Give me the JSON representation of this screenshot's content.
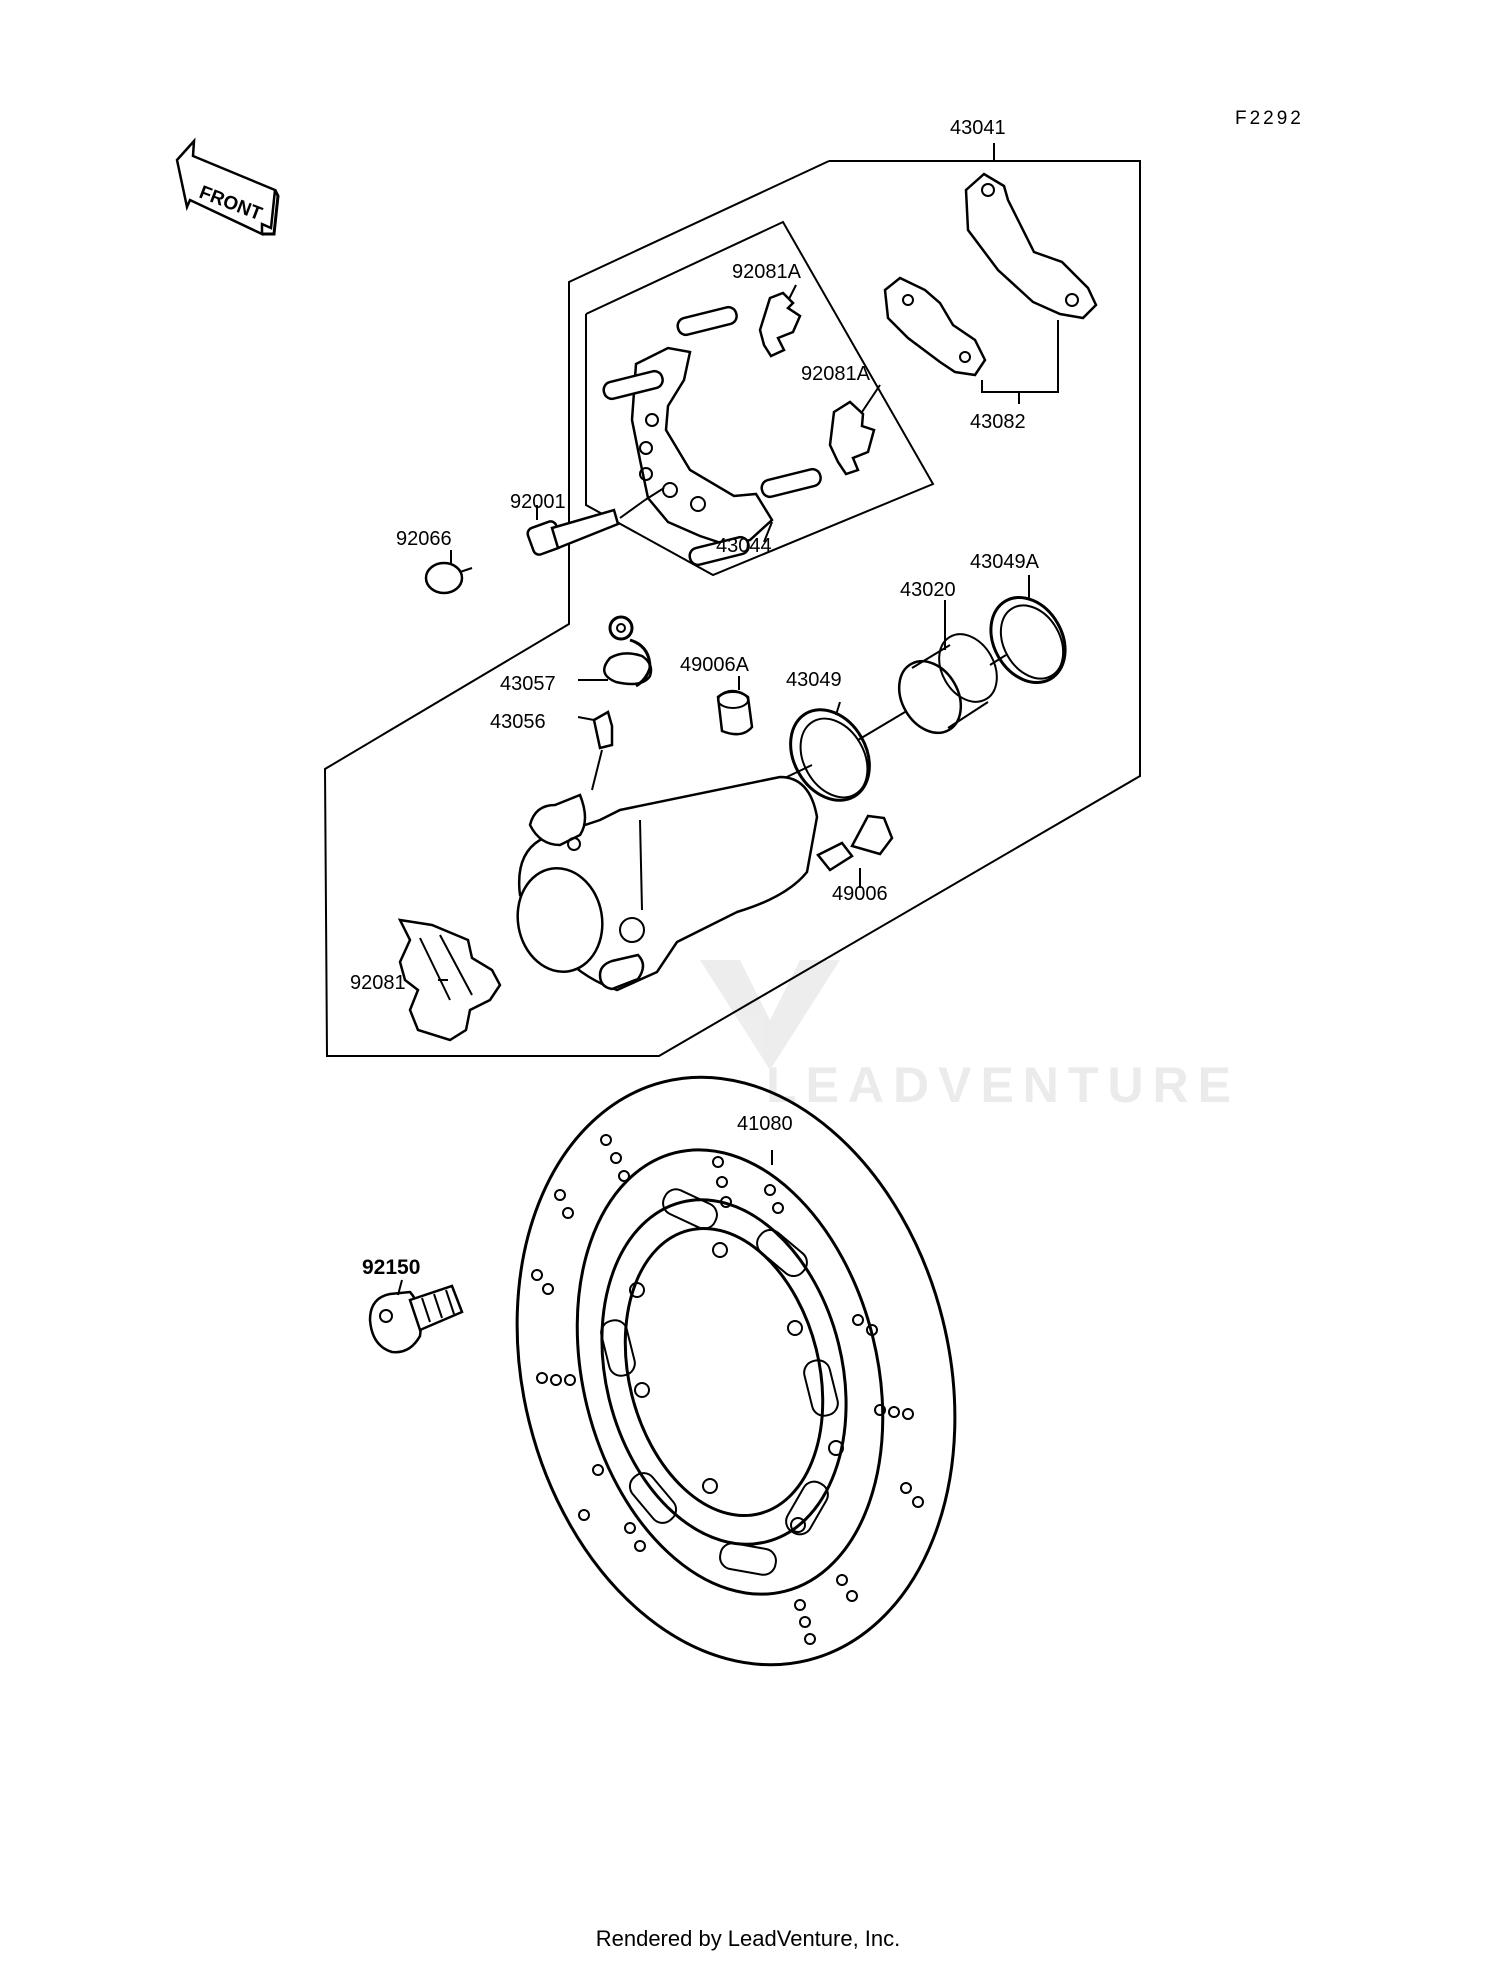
{
  "sheet_code": "F2292",
  "front_arrow_label": "FRONT",
  "watermark": "LEADVENTURE",
  "footer": "Rendered by LeadVenture, Inc.",
  "parts": [
    {
      "id": "43041",
      "label": "43041"
    },
    {
      "id": "92081A-upper",
      "label": "92081A"
    },
    {
      "id": "92081A-lower",
      "label": "92081A"
    },
    {
      "id": "43082",
      "label": "43082"
    },
    {
      "id": "92001",
      "label": "92001"
    },
    {
      "id": "92066",
      "label": "92066"
    },
    {
      "id": "43044",
      "label": "43044"
    },
    {
      "id": "43049A",
      "label": "43049A"
    },
    {
      "id": "43020",
      "label": "43020"
    },
    {
      "id": "49006A",
      "label": "49006A"
    },
    {
      "id": "43049",
      "label": "43049"
    },
    {
      "id": "43057",
      "label": "43057"
    },
    {
      "id": "43056",
      "label": "43056"
    },
    {
      "id": "49006",
      "label": "49006"
    },
    {
      "id": "92081",
      "label": "92081"
    },
    {
      "id": "41080",
      "label": "41080"
    },
    {
      "id": "92150",
      "label": "92150"
    }
  ]
}
